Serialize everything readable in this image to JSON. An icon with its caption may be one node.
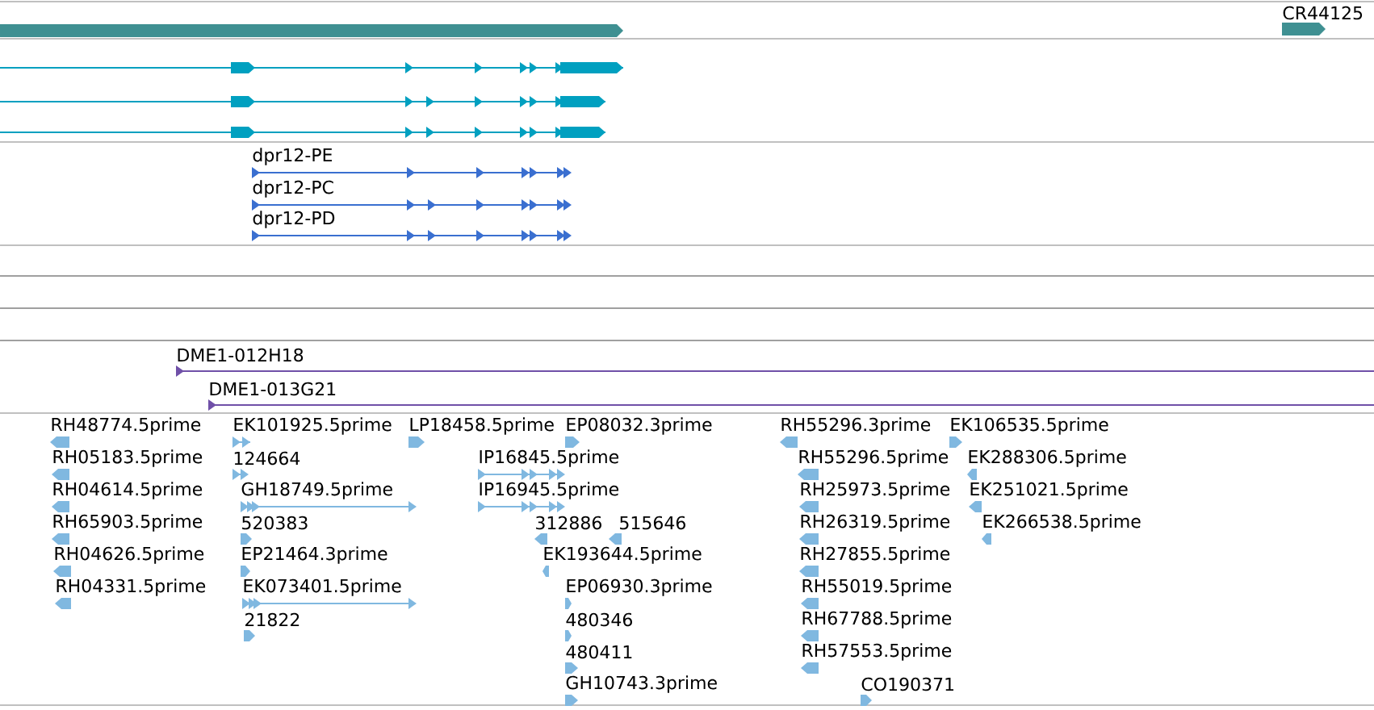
{
  "diagram": {
    "labels": [
      "CR44125",
      "dpr12-PE",
      "dpr12-PC",
      "dpr12-PD",
      "DME1-012H18",
      "DME1-013G21",
      "RH48774.5prime",
      "EK101925.5prime",
      "LP18458.5prime",
      "EP08032.3prime",
      "RH55296.3prime",
      "EK106535.5prime",
      "RH05183.5prime",
      "124664",
      "IP16845.5prime",
      "RH55296.5prime",
      "EK288306.5prime",
      "RH04614.5prime",
      "GH18749.5prime",
      "IP16945.5prime",
      "RH25973.5prime",
      "EK251021.5prime",
      "RH65903.5prime",
      "520383",
      "312886",
      "515646",
      "RH26319.5prime",
      "EK266538.5prime",
      "RH04626.5prime",
      "EP21464.3prime",
      "EK193644.5prime",
      "RH27855.5prime",
      "RH04331.5prime",
      "EK073401.5prime",
      "EP06930.3prime",
      "RH55019.5prime",
      "21822",
      "480346",
      "RH67788.5prime",
      "480411",
      "RH57553.5prime",
      "GH10743.3prime",
      "CO190371"
    ]
  }
}
